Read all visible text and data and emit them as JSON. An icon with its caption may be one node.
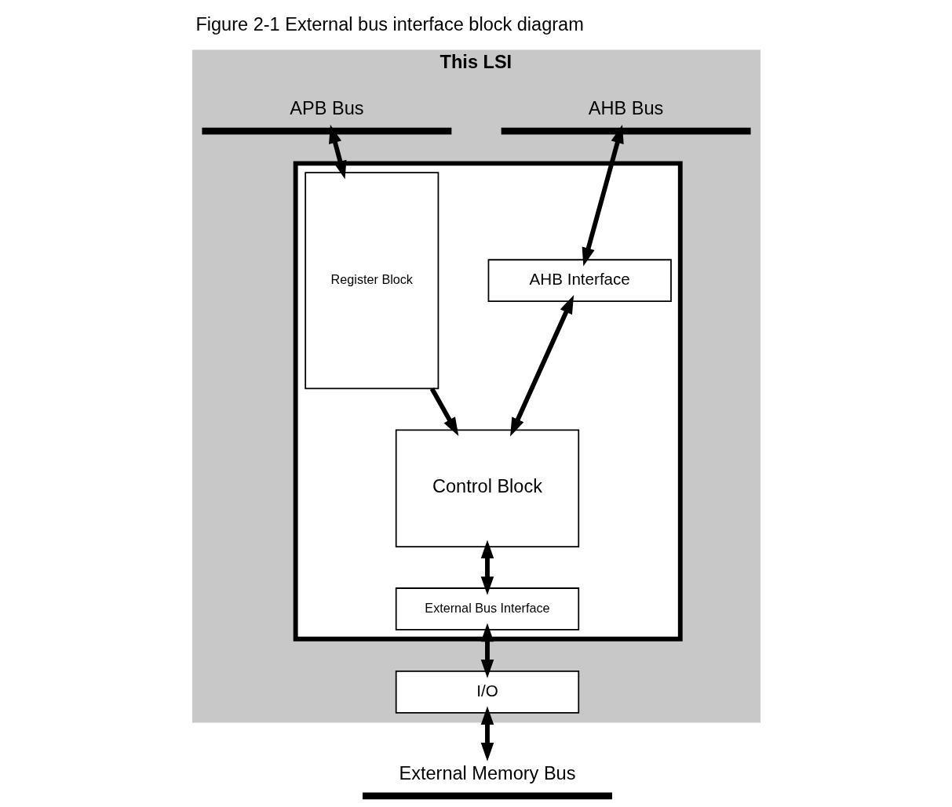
{
  "diagram": {
    "title": "Figure 2-1 External bus interface block diagram",
    "nodes": [
      {
        "text": [
          "This LSI"
        ]
      },
      {
        "text": [
          "APB Bus"
        ],
        "in": 0
      },
      {
        "text": [
          "AHB Bus"
        ],
        "in": 0
      },
      {
        "text": [],
        "shape": "box",
        "in": 0
      },
      {
        "text": [
          "Register Block"
        ],
        "in": 3
      },
      {
        "text": [
          "AHB Interface"
        ],
        "in": 3
      },
      {
        "text": [
          "Control Block"
        ],
        "in": 3
      },
      {
        "text": [
          "External Bus Interface"
        ],
        "in": 3
      },
      {
        "text": [
          "I/O"
        ],
        "in": 0
      },
      {
        "text": [
          "External Memory Bus"
        ]
      }
    ],
    "edges": [
      {
        "from": 1,
        "to": 4,
        "arrow": "both"
      },
      {
        "from": 2,
        "to": 5,
        "arrow": "both"
      },
      {
        "from": 5,
        "to": 6,
        "arrow": "both"
      },
      {
        "from": 4,
        "to": 6,
        "arrow": "to"
      },
      {
        "from": 6,
        "to": 7,
        "arrow": "both"
      },
      {
        "from": 7,
        "to": 8,
        "arrow": "both"
      },
      {
        "from": 8,
        "to": 9,
        "arrow": "both"
      }
    ]
  }
}
